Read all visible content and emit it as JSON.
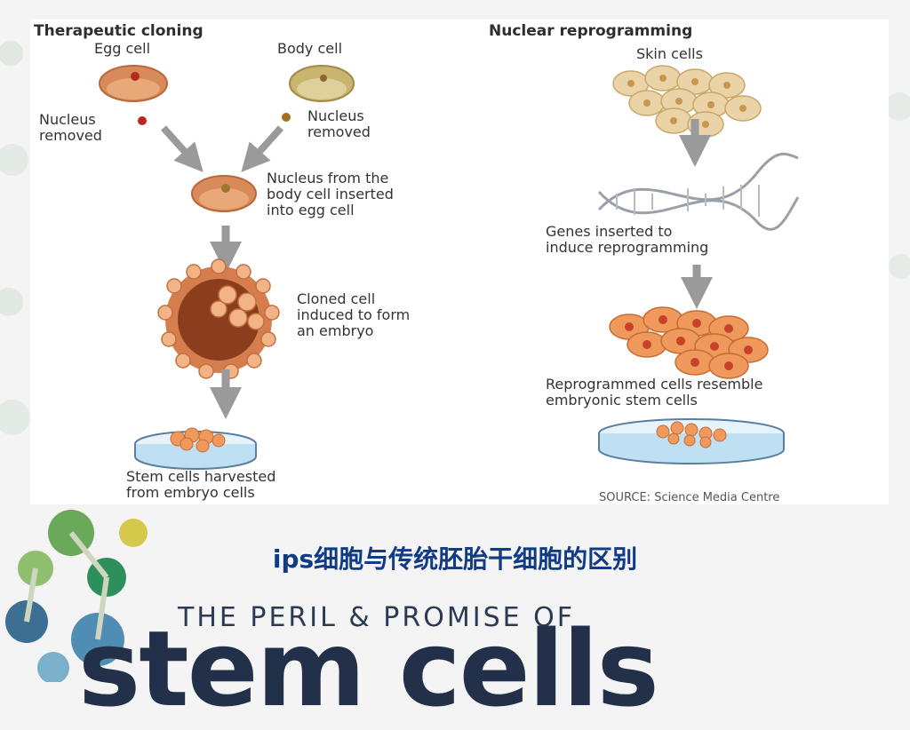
{
  "figure": {
    "left_heading": "Therapeutic cloning",
    "right_heading": "Nuclear reprogramming",
    "egg_cell": "Egg cell",
    "body_cell": "Body cell",
    "nucleus_removed_left": "Nucleus\nremoved",
    "nucleus_removed_right": "Nucleus\nremoved",
    "nucleus_inserted": "Nucleus from the\nbody cell inserted\ninto egg cell",
    "cloned_cell": "Cloned cell\ninduced to form\nan embryo",
    "stem_harvested": "Stem cells harvested\nfrom embryo cells",
    "skin_cells": "Skin cells",
    "genes_inserted": "Genes inserted to\ninduce reprogramming",
    "reprogrammed": "Reprogrammed cells resemble\nembryonic stem cells",
    "source": "SOURCE: Science Media Centre"
  },
  "caption": "ips细胞与传统胚胎干细胞的区别",
  "banner": {
    "tagline": "THE PERIL & PROMISE OF",
    "title": "stem cells"
  },
  "colors": {
    "caption": "#123b86",
    "arrow": "#9a9a9a",
    "egg": "#d88a5a",
    "body_cell": "#c9b56f",
    "skin": "#ead3a6",
    "reprogrammed": "#ef9a5c",
    "dish": "#bfe0f2",
    "banner": "#223049"
  }
}
